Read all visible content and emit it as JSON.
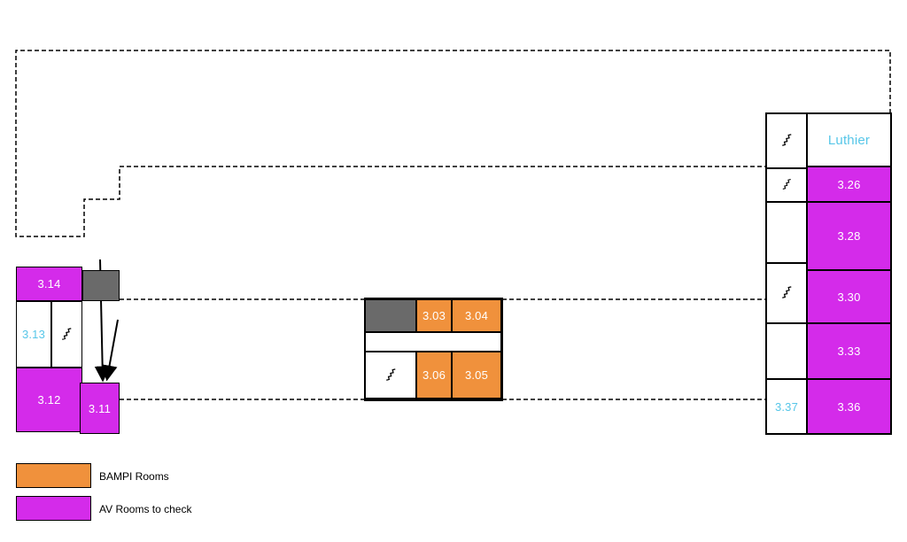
{
  "colors": {
    "bampi_orange": "#F0913C",
    "av_magenta": "#D42BEA",
    "room_label_cyan": "#56C6E8",
    "block_gray": "#6A6A6A",
    "line_black": "#000000"
  },
  "icons": {
    "stairs": "staircase-zigzag",
    "arrow": "down-arrow"
  },
  "rooms": {
    "r314": "3.14",
    "r313": "3.13",
    "r312": "3.12",
    "r311": "3.11",
    "r303": "3.03",
    "r304": "3.04",
    "r305": "3.05",
    "r306": "3.06",
    "luthier": "Luthier",
    "r326": "3.26",
    "r328": "3.28",
    "r330": "3.30",
    "r333": "3.33",
    "r336": "3.36",
    "r337": "3.37"
  },
  "legend": {
    "bampi": {
      "label": "BAMPI Rooms",
      "color": "#F0913C"
    },
    "av": {
      "label": "AV Rooms to check",
      "color": "#D42BEA"
    }
  }
}
